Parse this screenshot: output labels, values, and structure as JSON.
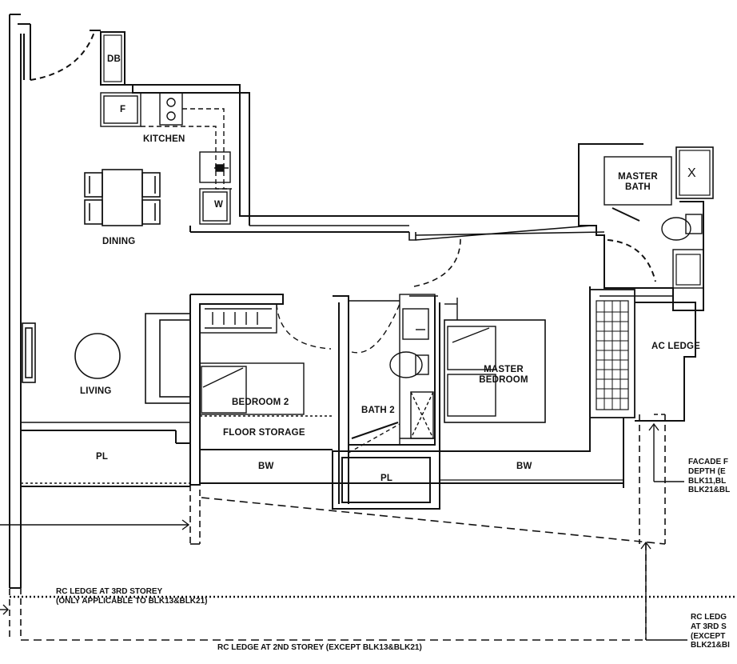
{
  "rooms": {
    "db": "DB",
    "fridge": "F",
    "kitchen": "KITCHEN",
    "washer": "W",
    "dining": "DINING",
    "living": "LIVING",
    "bedroom2": "BEDROOM 2",
    "floor_storage": "FLOOR STORAGE",
    "bath2": "BATH 2",
    "master_bath_line1": "MASTER",
    "master_bath_line2": "BATH",
    "master_bedroom_line1": "MASTER",
    "master_bedroom_line2": "BEDROOM",
    "ac_ledge": "AC LEDGE",
    "pl_left": "PL",
    "pl_center": "PL",
    "bw_left": "BW",
    "bw_right": "BW",
    "shower_mark": "X"
  },
  "notes": {
    "facade_line1": "FACADE F",
    "facade_line2": "DEPTH (E",
    "facade_line3": "BLK11,BL",
    "facade_line4": "BLK21&BL",
    "rc3_line1": "RC LEDGE AT 3RD STOREY",
    "rc3_line2": "(ONLY APPLICABLE TO BLK13&BLK21)",
    "rc2": "RC LEDGE AT 2ND STOREY (EXCEPT BLK13&BLK21)",
    "rcr_line1": "RC LEDG",
    "rcr_line2": "AT 3RD S",
    "rcr_line3": "(EXCEPT",
    "rcr_line4": "BLK21&BI"
  }
}
